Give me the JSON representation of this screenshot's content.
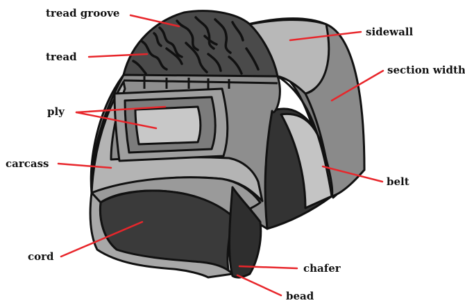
{
  "labels": {
    "tread_groove": "tread groove",
    "tread": "tread",
    "sidewall": "sidewall",
    "section_width": "section width",
    "ply": "ply",
    "carcass": "carcass",
    "belt": "belt",
    "cord": "cord",
    "chafer": "chafer",
    "bead": "bead"
  },
  "colors": {
    "leader_line": "#e8262b",
    "tire_dark": "#3d3d3d",
    "tire_mid": "#8c8c8c",
    "tire_light": "#bdbdbd",
    "tire_outline": "#111111"
  }
}
